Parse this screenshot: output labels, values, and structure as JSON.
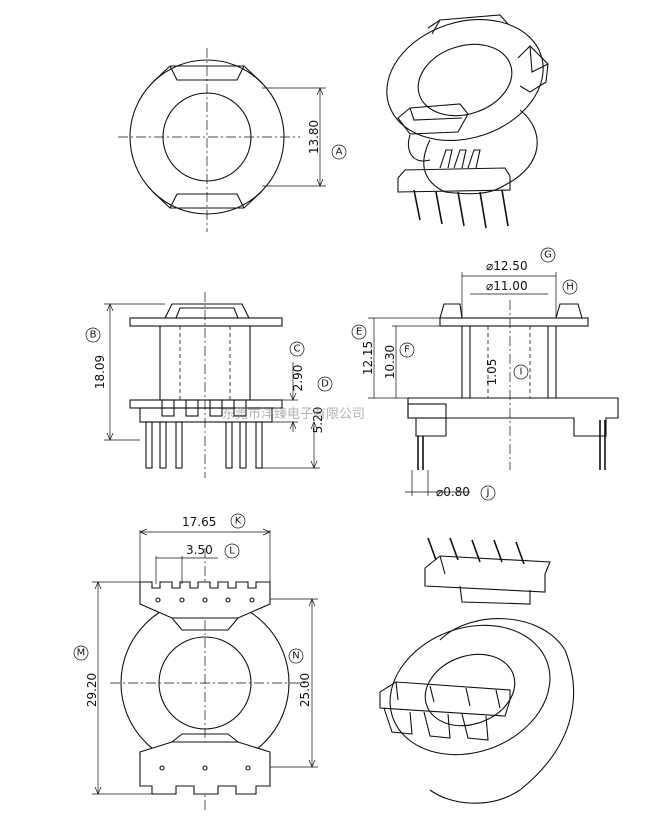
{
  "dimensions": {
    "top_flat_height": "13.80",
    "overall_height": "18.09",
    "flange_gap": "2.90",
    "pin_length": "5.20",
    "outer_diameter": "⌀12.50",
    "inner_diameter": "⌀11.00",
    "front_height": "12.15",
    "inner_height": "10.30",
    "wall_thickness": "1.05",
    "pin_diameter": "⌀0.80",
    "base_width": "17.65",
    "pin_pitch": "3.50",
    "base_length": "29.20",
    "flange_diameter": "25.00"
  },
  "callouts": {
    "A": "A",
    "B": "B",
    "C": "C",
    "D": "D",
    "E": "E",
    "F": "F",
    "G": "G",
    "H": "H",
    "I": "I",
    "J": "J",
    "K": "K",
    "L": "L",
    "M": "M",
    "N": "N"
  },
  "watermark": "东莞市洋臻电子有限公司"
}
